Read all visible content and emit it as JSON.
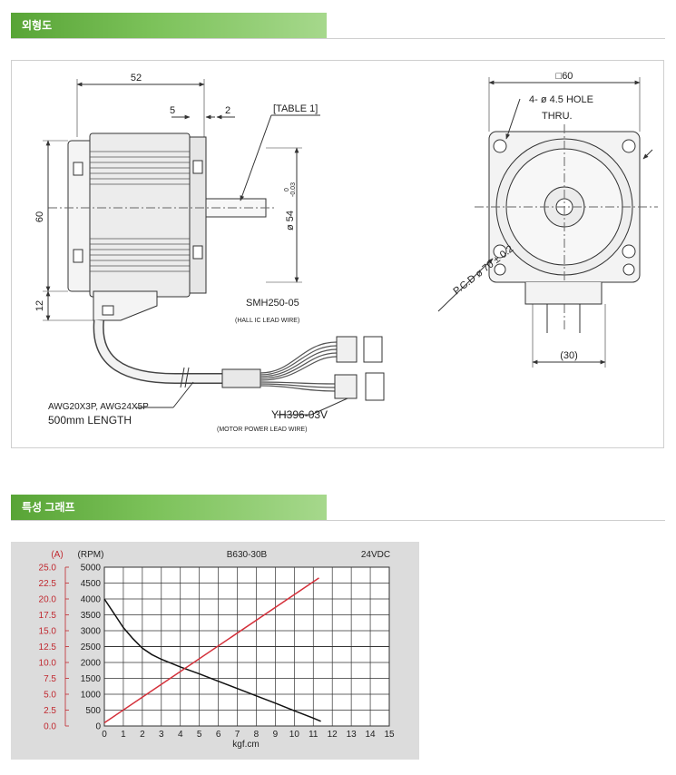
{
  "sections": {
    "outline_title": "외형도",
    "characteristics_title": "특성 그래프"
  },
  "drawing": {
    "dim_52": "52",
    "dim_5": "5",
    "dim_2": "2",
    "table_ref": "[TABLE 1]",
    "dim_60_side": "60",
    "dim_12": "12",
    "shaft_dia": "ø 54",
    "shaft_tol_top": "0",
    "shaft_tol_bottom": "-0.03",
    "square_60": "□60",
    "hole_spec": "4- ø 4.5 HOLE",
    "thru": "THRU.",
    "pcd": "P.C.D ø 70 ± 0.2",
    "dim_30": "(30)",
    "smh_connector": "SMH250-05",
    "hall_wire": "(HALL IC LEAD WIRE)",
    "awg": "AWG20X3P, AWG24X5P",
    "length": "500mm LENGTH",
    "yh_connector": "YH396-03V",
    "motor_wire": "(MOTOR POWER LEAD WIRE)"
  },
  "chart_data": {
    "type": "line",
    "title": "B630-30B",
    "voltage": "24VDC",
    "xlabel": "kgf.cm",
    "y_left_label": "(A)",
    "y_right_label": "(RPM)",
    "x_ticks": [
      "0",
      "1",
      "2",
      "3",
      "4",
      "5",
      "6",
      "7",
      "8",
      "9",
      "10",
      "11",
      "12",
      "13",
      "14",
      "15"
    ],
    "current_ticks": [
      "0.0",
      "2.5",
      "5.0",
      "7.5",
      "10.0",
      "12.5",
      "15.0",
      "17.5",
      "20.0",
      "22.5",
      "25.0"
    ],
    "rpm_ticks": [
      "0",
      "500",
      "1000",
      "1500",
      "2000",
      "2500",
      "3000",
      "3500",
      "4000",
      "4500",
      "5000"
    ],
    "xlim": [
      0,
      15
    ],
    "ylim_rpm": [
      0,
      5000
    ],
    "ylim_current": [
      0,
      25
    ],
    "series": [
      {
        "axis": "rpm",
        "color": "#111111",
        "x": [
          0,
          0.5,
          1,
          1.5,
          2,
          2.5,
          3,
          3.5,
          4,
          5,
          6,
          7,
          8,
          9,
          10,
          11,
          11.4
        ],
        "y": [
          4000,
          3550,
          3100,
          2750,
          2450,
          2250,
          2100,
          1980,
          1860,
          1640,
          1410,
          1180,
          950,
          720,
          480,
          250,
          150
        ]
      },
      {
        "axis": "current",
        "color": "#d4303a",
        "x": [
          0,
          11.3
        ],
        "y": [
          0.5,
          23.3
        ]
      }
    ]
  }
}
